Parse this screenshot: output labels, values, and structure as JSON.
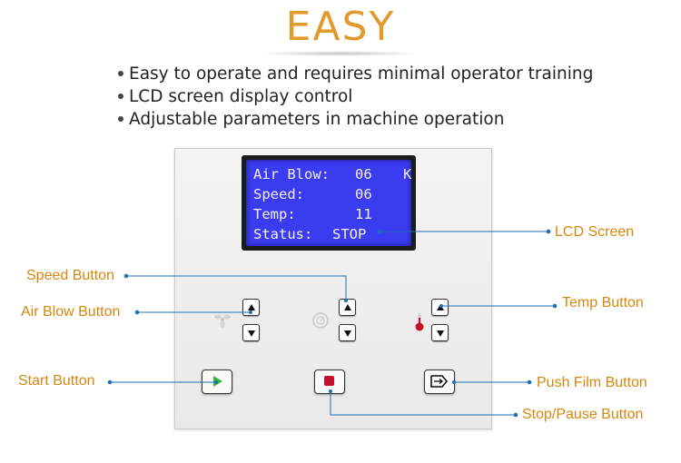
{
  "header": {
    "title": "EASY",
    "bullets": [
      "Easy to operate and requires minimal operator training",
      "LCD screen display control",
      "Adjustable parameters in machine operation"
    ]
  },
  "lcd": {
    "rows": [
      {
        "label": "Air Blow:",
        "value": "06",
        "unit": "K"
      },
      {
        "label": "Speed:",
        "value": "06"
      },
      {
        "label": "Temp:",
        "value": "11"
      },
      {
        "label": "Status:",
        "value": "STOP"
      }
    ]
  },
  "callouts": {
    "lcd_screen": "LCD Screen",
    "speed_button": "Speed Button",
    "air_blow_button": "Air Blow Button",
    "temp_button": "Temp Button",
    "start_button": "Start Button",
    "push_film_button": "Push Film Button",
    "stop_pause_button": "Stop/Pause Button"
  },
  "colors": {
    "accent": "#e39a2c",
    "label": "#d7860e",
    "lcd_background": "#3b3bf0",
    "leader_line": "#1f6fb5",
    "start_icon": "#2fbf2f",
    "stop_icon": "#c8102e"
  },
  "icons": {
    "air_blow": "fan-icon",
    "speed": "speed-dial-icon",
    "temp": "thermometer-icon",
    "start": "play-icon",
    "stop": "stop-icon",
    "push_film": "push-film-icon"
  }
}
